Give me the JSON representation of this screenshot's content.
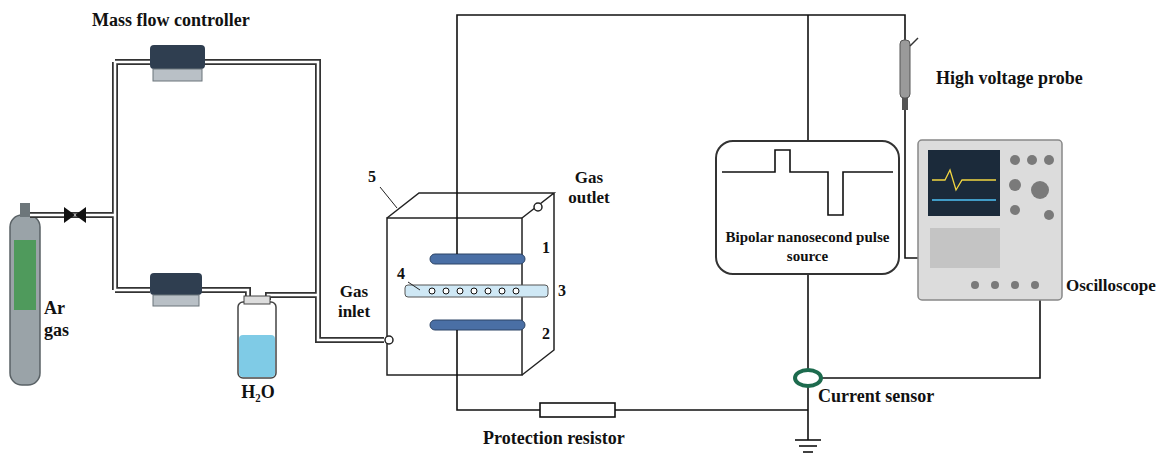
{
  "diagram": {
    "nodes": [
      {
        "text": [
          "Bipolar nanosecond pulse source"
        ]
      }
    ],
    "labels": [
      "Mass flow controller",
      "Ar gas",
      "H₂O",
      "5",
      "Gas inlet",
      "Gas outlet",
      "1",
      "4",
      "3",
      "2",
      "High voltage probe",
      "Oscilloscope",
      "Current sensor",
      "Protection resistor"
    ]
  }
}
